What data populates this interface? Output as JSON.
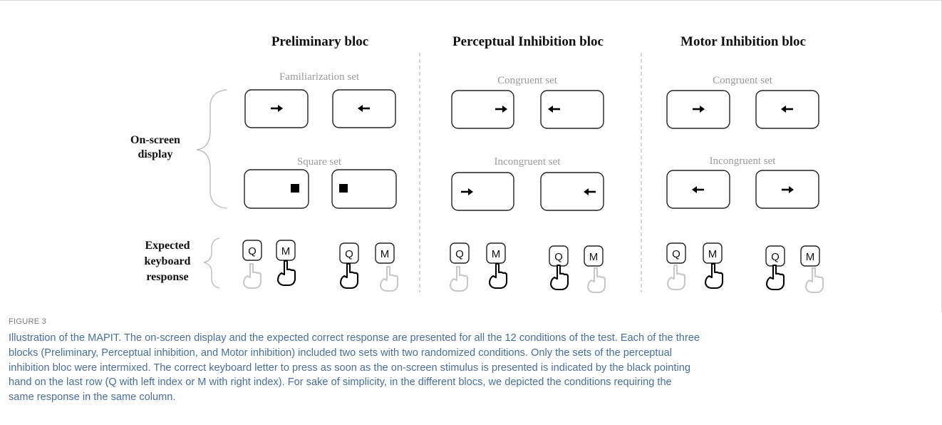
{
  "figure": {
    "blocs": [
      {
        "title": "Preliminary bloc",
        "set1": "Familiarization set",
        "set2": "Square set"
      },
      {
        "title": "Perceptual Inhibition bloc",
        "set1": "Congruent set",
        "set2": "Incongruent set"
      },
      {
        "title": "Motor Inhibition bloc",
        "set1": "Congruent set",
        "set2": "Incongruent set"
      }
    ],
    "row_labels": {
      "display_line1": "On-screen",
      "display_line2": "display",
      "response_line1": "Expected",
      "response_line2": "keyboard",
      "response_line3": "response"
    },
    "keys": {
      "left": "Q",
      "right": "M"
    }
  },
  "caption": {
    "label": "FIGURE 3",
    "lines": [
      "Illustration of the MAPIT. The on-screen display and the expected correct response are presented for all the 12 conditions of the test. Each of the three",
      "blocks (Preliminary, Perceptual inhibition, and Motor inhibition) included two sets with two randomized conditions. Only the sets of the perceptual",
      "inhibition bloc were intermixed. The correct keyboard letter to press as soon as the on-screen stimulus is presented is indicated by the black pointing",
      "hand on the last row (Q with left index or M with right index). For sake of simplicity, in the different blocs, we depicted the conditions requiring the",
      "same response in the same column."
    ]
  }
}
